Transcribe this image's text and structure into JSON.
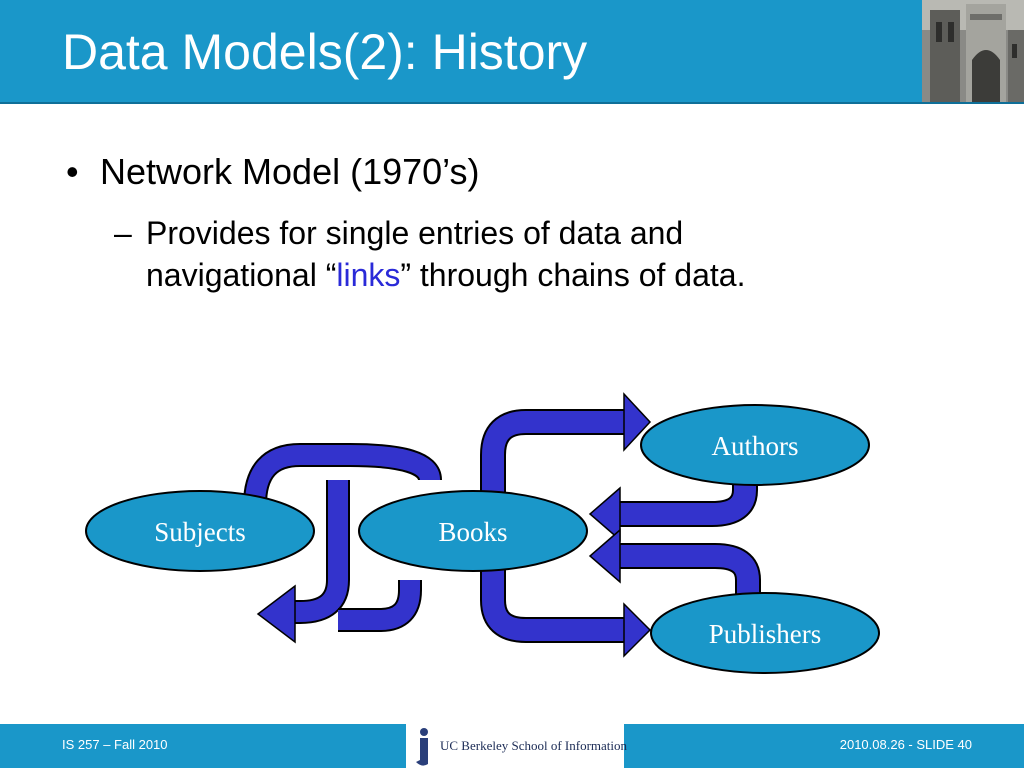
{
  "slide": {
    "title": "Data Models(2): History",
    "bullet": "Network Model (1970’s)",
    "sub_dash": "–",
    "sub_line1": "Provides for single entries of data and",
    "sub_line2_before": "navigational “",
    "sub_line2_link": "links",
    "sub_line2_after": "” through chains of data."
  },
  "diagram": {
    "nodes": {
      "subjects": "Subjects",
      "books": "Books",
      "authors": "Authors",
      "publishers": "Publishers"
    },
    "colors": {
      "node_fill": "#1a97c9",
      "arrow_fill": "#3333cc",
      "link_text": "#2a2ad8"
    }
  },
  "footer": {
    "left": "IS 257 – Fall 2010",
    "logo_text": "UC Berkeley School of Information",
    "right": "2010.08.26 - SLIDE 40"
  }
}
